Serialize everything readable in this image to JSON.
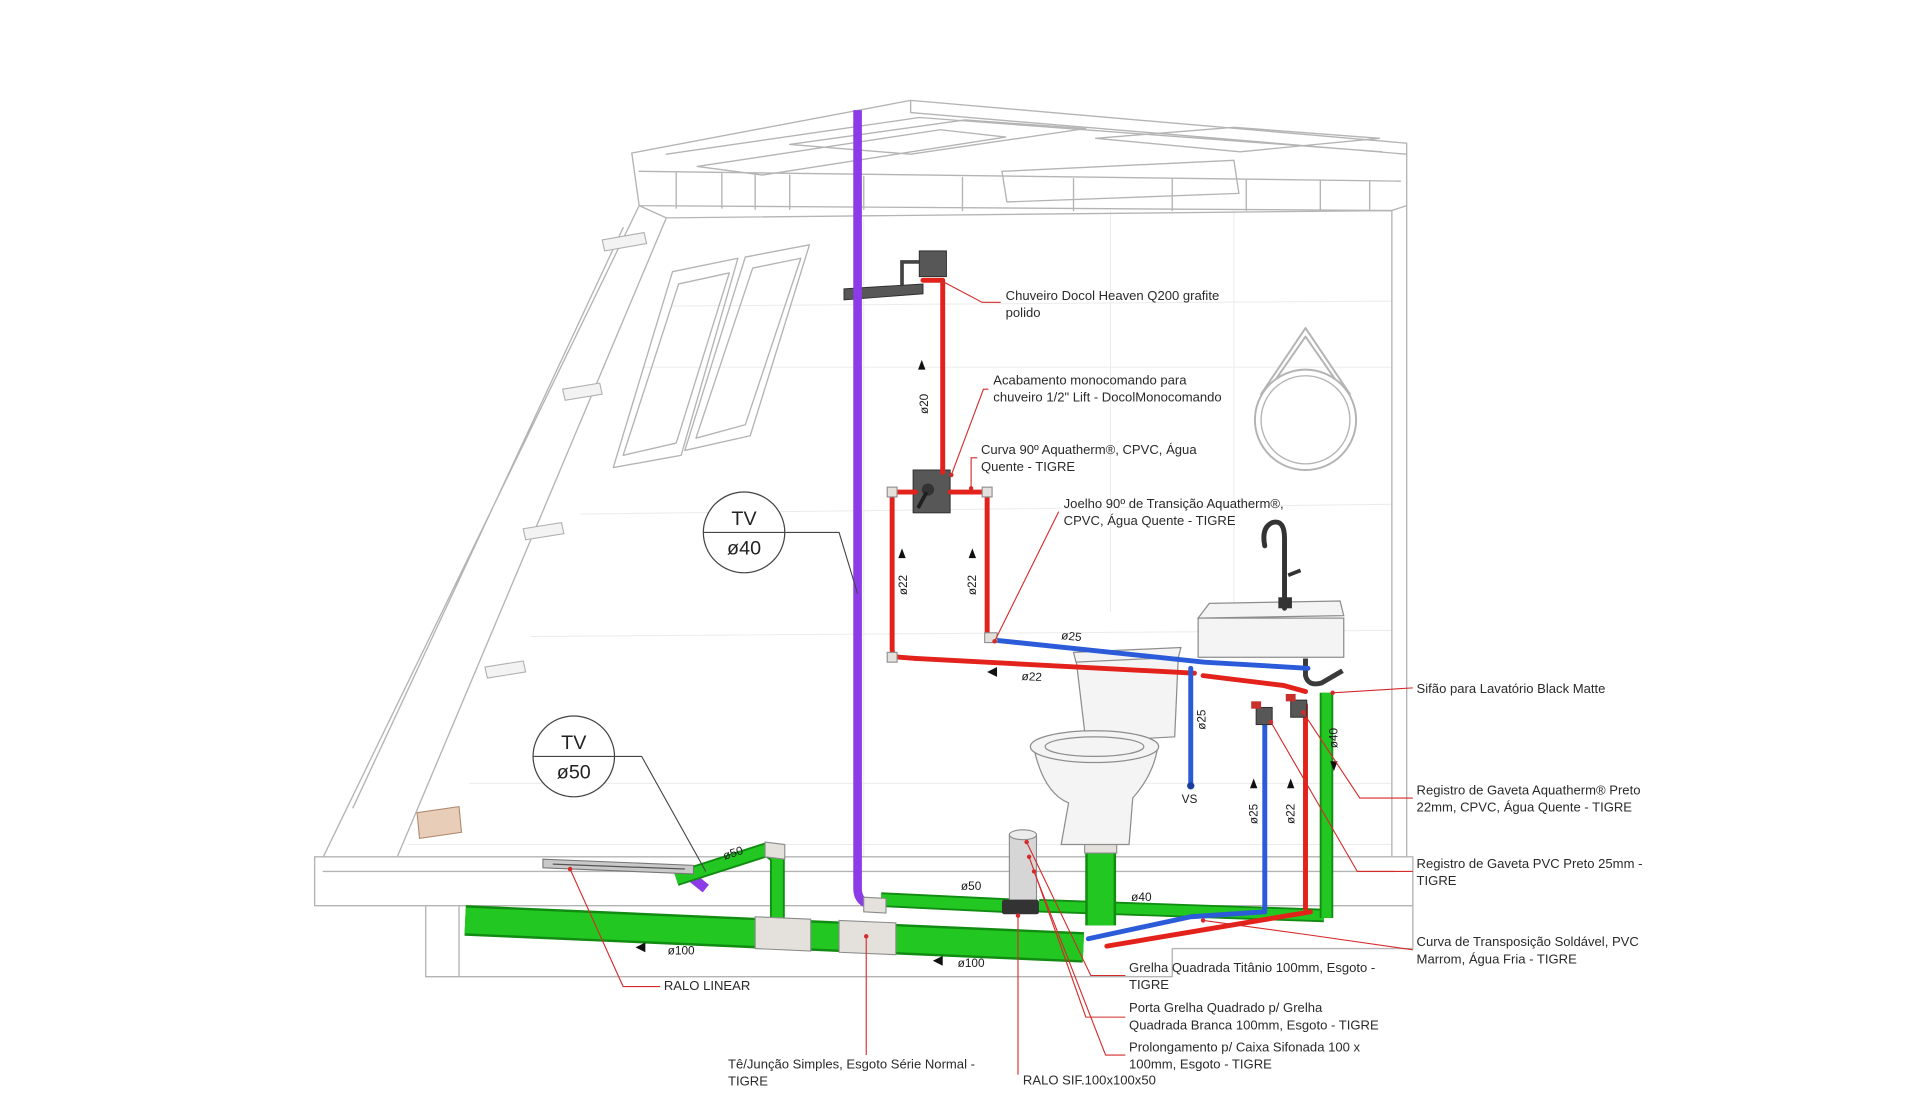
{
  "diagram": {
    "colors": {
      "hot_water": "#e3221c",
      "cold_water": "#2b5bd9",
      "sewer": "#22c722",
      "vent": "#8c3ce6",
      "leader": "#d42a2a",
      "structure": "#b4b4b4"
    },
    "vent_tags": [
      {
        "tag": "TV",
        "diameter": "ø40"
      },
      {
        "tag": "TV",
        "diameter": "ø50"
      }
    ],
    "callouts": {
      "shower_head": [
        "Chuveiro Docol Heaven Q200 grafite",
        "polido"
      ],
      "shower_mixer": [
        "Acabamento monocomando para",
        "chuveiro 1/2\" Lift - DocolMonocomando"
      ],
      "elbow_curve": [
        "Curva 90º Aquatherm®, CPVC, Água",
        "Quente - TIGRE"
      ],
      "transition_elbow": [
        "Joelho 90º de Transição Aquatherm®,",
        "CPVC, Água Quente - TIGRE"
      ],
      "sink_trap": [
        "Sifão para Lavatório Black Matte"
      ],
      "hot_gate_valve": [
        "Registro de Gaveta Aquatherm® Preto",
        "22mm, CPVC, Água Quente - TIGRE"
      ],
      "cold_gate_valve": [
        "Registro de Gaveta PVC Preto 25mm -",
        "TIGRE"
      ],
      "crossover_bend": [
        "Curva de Transposição Soldável, PVC",
        "Marrom, Água Fria - TIGRE"
      ],
      "square_grate": [
        "Grelha Quadrada Titânio 100mm, Esgoto -",
        "TIGRE"
      ],
      "grate_holder": [
        "Porta Grelha Quadrado p/ Grelha",
        "Quadrada Branca 100mm, Esgoto - TIGRE"
      ],
      "drain_extension": [
        "Prolongamento p/ Caixa Sifonada 100 x",
        "100mm, Esgoto - TIGRE"
      ],
      "floor_drain": [
        "RALO SIF.100x100x50"
      ],
      "tee_junction": [
        "Tê/Junção Simples, Esgoto Série Normal -",
        "TIGRE"
      ],
      "linear_drain": [
        "RALO LINEAR"
      ]
    },
    "pipe_labels": {
      "shower_riser": "ø20",
      "mixer_left_riser": "ø22",
      "mixer_right_riser": "ø22",
      "cold_main_horizontal": "ø25",
      "hot_main_horizontal": "ø22",
      "toilet_supply": "ø25",
      "toilet_supply_tag": "VS",
      "sink_drain_vertical": "ø40",
      "cold_riser_lower": "ø25",
      "hot_riser_lower": "ø22",
      "linear_drain_branch": "ø50",
      "shower_drain_branch": "ø50",
      "sink_drain_horizontal": "ø40",
      "sewer_main_left": "ø100",
      "sewer_main_center": "ø100"
    }
  }
}
